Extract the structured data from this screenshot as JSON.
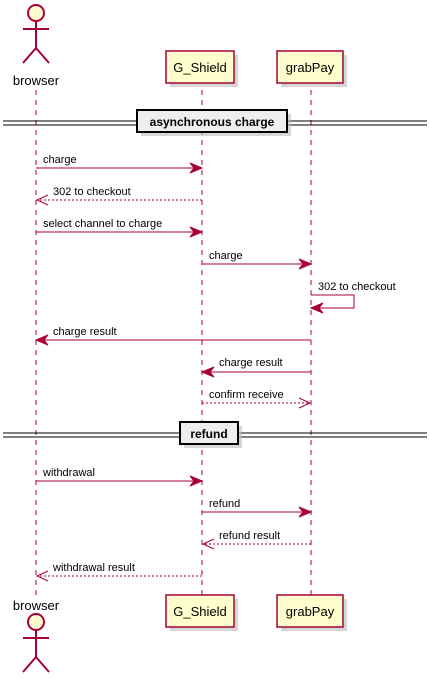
{
  "participants": {
    "browser": "browser",
    "shield": "G_Shield",
    "grabpay": "grabPay"
  },
  "dividers": {
    "async": "asynchronous charge",
    "refund": "refund"
  },
  "messages": {
    "m1": "charge",
    "m2": "302 to checkout",
    "m3": "select channel to charge",
    "m4": "charge",
    "m5": "302 to checkout",
    "m6": "charge result",
    "m7": "charge result",
    "m8": "confirm receive",
    "m9": "withdrawal",
    "m10": "refund",
    "m11": "refund result",
    "m12": "withdrawal result"
  },
  "colors": {
    "accent": "#A80036",
    "box_fill": "#FEFECE",
    "divider_fill": "#EEEEEE"
  }
}
